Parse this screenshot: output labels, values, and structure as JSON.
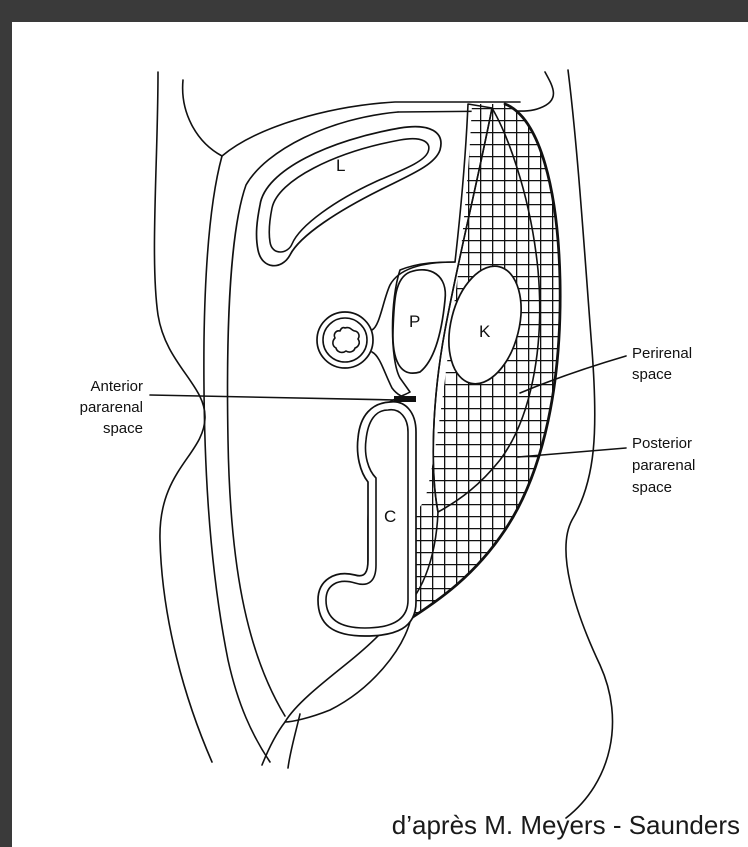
{
  "labels": {
    "liver": "L",
    "pancreas": "P",
    "kidney": "K",
    "colon": "C",
    "anterior_pararenal": [
      "Anterior",
      "pararenal",
      "space"
    ],
    "perirenal": [
      "Perirenal",
      "space"
    ],
    "posterior_pararenal": [
      "Posterior",
      "pararenal",
      "space"
    ]
  },
  "credit": "d’après M. Meyers - Saunders",
  "colors": {
    "frame": "#3a3a3a",
    "ink": "#111111",
    "paper": "#ffffff"
  }
}
